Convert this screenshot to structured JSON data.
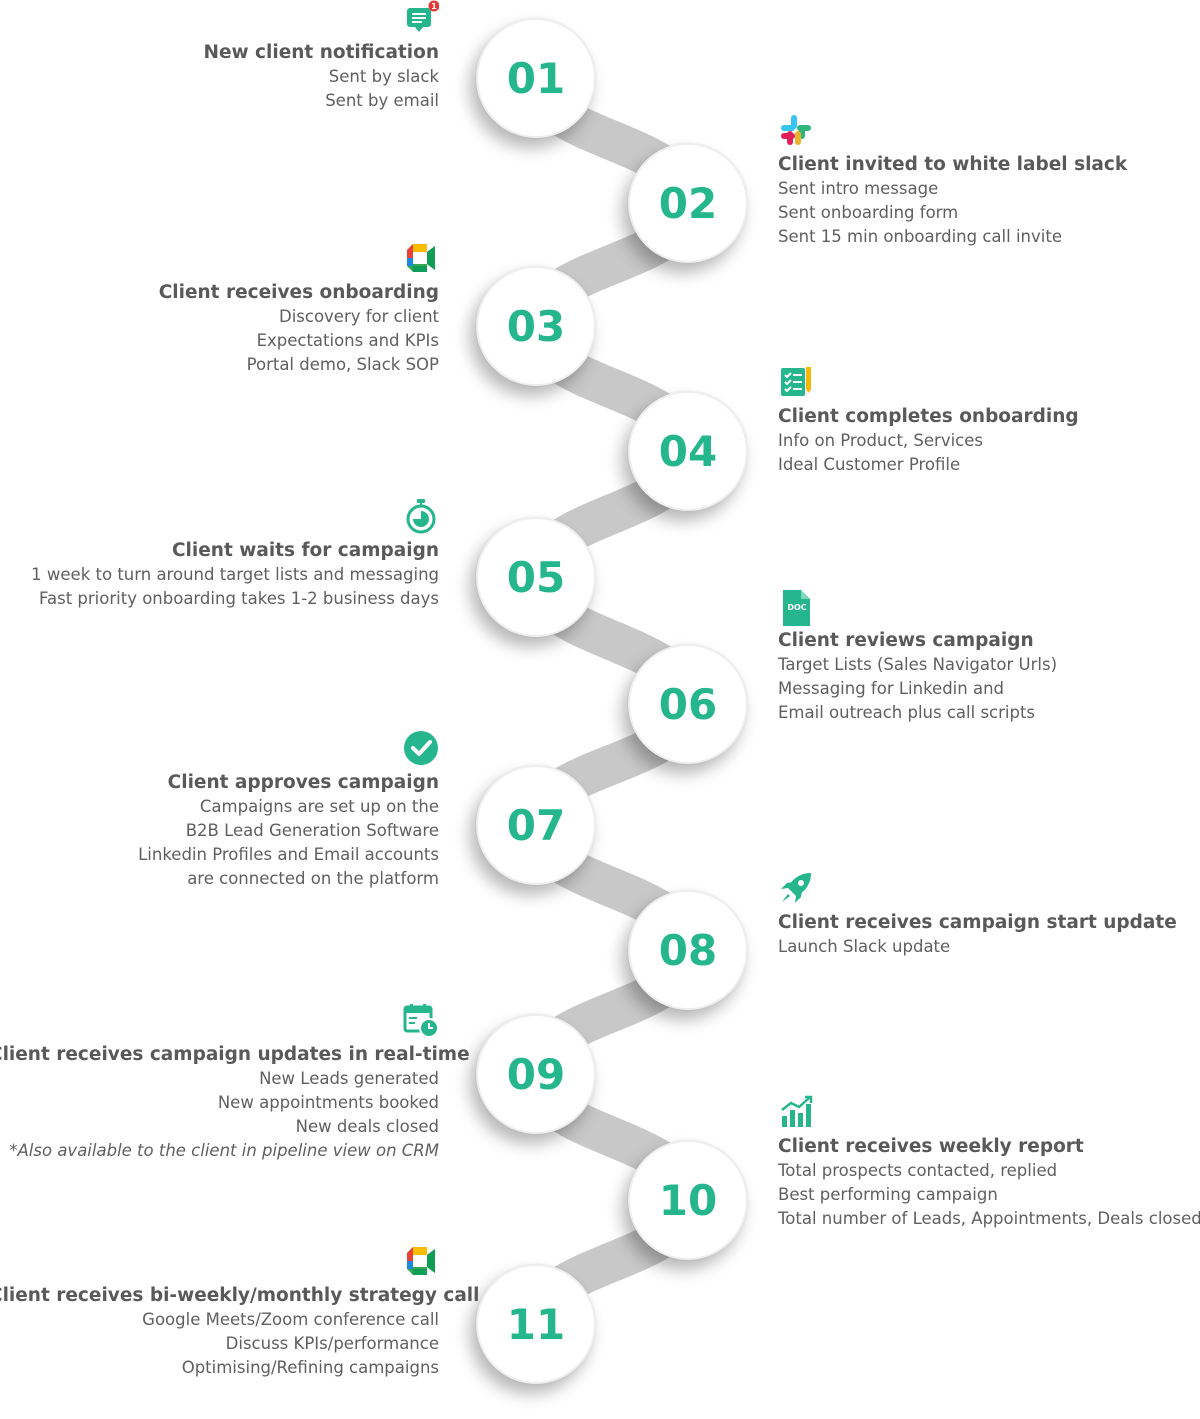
{
  "accent_color": "#25b68e",
  "steps": [
    {
      "number": "01",
      "side": "left",
      "icon": "chat-notification-icon",
      "title": "New client notification",
      "lines": [
        "Sent by slack",
        "Sent by email"
      ]
    },
    {
      "number": "02",
      "side": "right",
      "icon": "slack-icon",
      "title": "Client invited to white label slack",
      "lines": [
        "Sent intro message",
        "Sent onboarding form",
        "Sent 15 min onboarding call invite"
      ]
    },
    {
      "number": "03",
      "side": "left",
      "icon": "google-meet-icon",
      "title": "Client receives onboarding",
      "lines": [
        "Discovery for client",
        "Expectations and KPIs",
        "Portal demo, Slack SOP"
      ]
    },
    {
      "number": "04",
      "side": "right",
      "icon": "checklist-icon",
      "title": "Client completes onboarding",
      "lines": [
        "Info on Product, Services",
        "Ideal Customer Profile"
      ]
    },
    {
      "number": "05",
      "side": "left",
      "icon": "stopwatch-icon",
      "title": "Client waits for campaign",
      "lines": [
        "1 week to turn around target lists and messaging",
        "Fast priority onboarding takes 1-2 business days"
      ]
    },
    {
      "number": "06",
      "side": "right",
      "icon": "doc-file-icon",
      "icon_text": "DOC",
      "title": "Client reviews campaign",
      "lines": [
        "Target Lists (Sales Navigator Urls)",
        "Messaging for Linkedin and",
        "Email outreach plus call scripts"
      ]
    },
    {
      "number": "07",
      "side": "left",
      "icon": "check-circle-icon",
      "title": "Client approves campaign",
      "lines": [
        "Campaigns are set up on the",
        "B2B Lead Generation Software",
        "Linkedin Profiles and Email accounts",
        "are connected on the platform"
      ]
    },
    {
      "number": "08",
      "side": "right",
      "icon": "rocket-icon",
      "title": "Client receives campaign start update",
      "lines": [
        "Launch Slack update"
      ]
    },
    {
      "number": "09",
      "side": "left",
      "icon": "calendar-clock-icon",
      "title": "Client receives campaign updates in real-time",
      "lines": [
        "New Leads generated",
        "New appointments booked",
        "New deals closed"
      ],
      "note": "*Also available to the client in pipeline view on CRM"
    },
    {
      "number": "10",
      "side": "right",
      "icon": "growth-chart-icon",
      "title": "Client receives weekly report",
      "lines": [
        "Total prospects contacted, replied",
        "Best performing campaign",
        "Total number of Leads, Appointments, Deals closed"
      ]
    },
    {
      "number": "11",
      "side": "left",
      "icon": "google-meet-icon",
      "title": "Client receives bi-weekly/monthly strategy call",
      "lines": [
        "Google Meets/Zoom conference call",
        "Discuss KPIs/performance",
        "Optimising/Refining campaigns"
      ]
    }
  ]
}
